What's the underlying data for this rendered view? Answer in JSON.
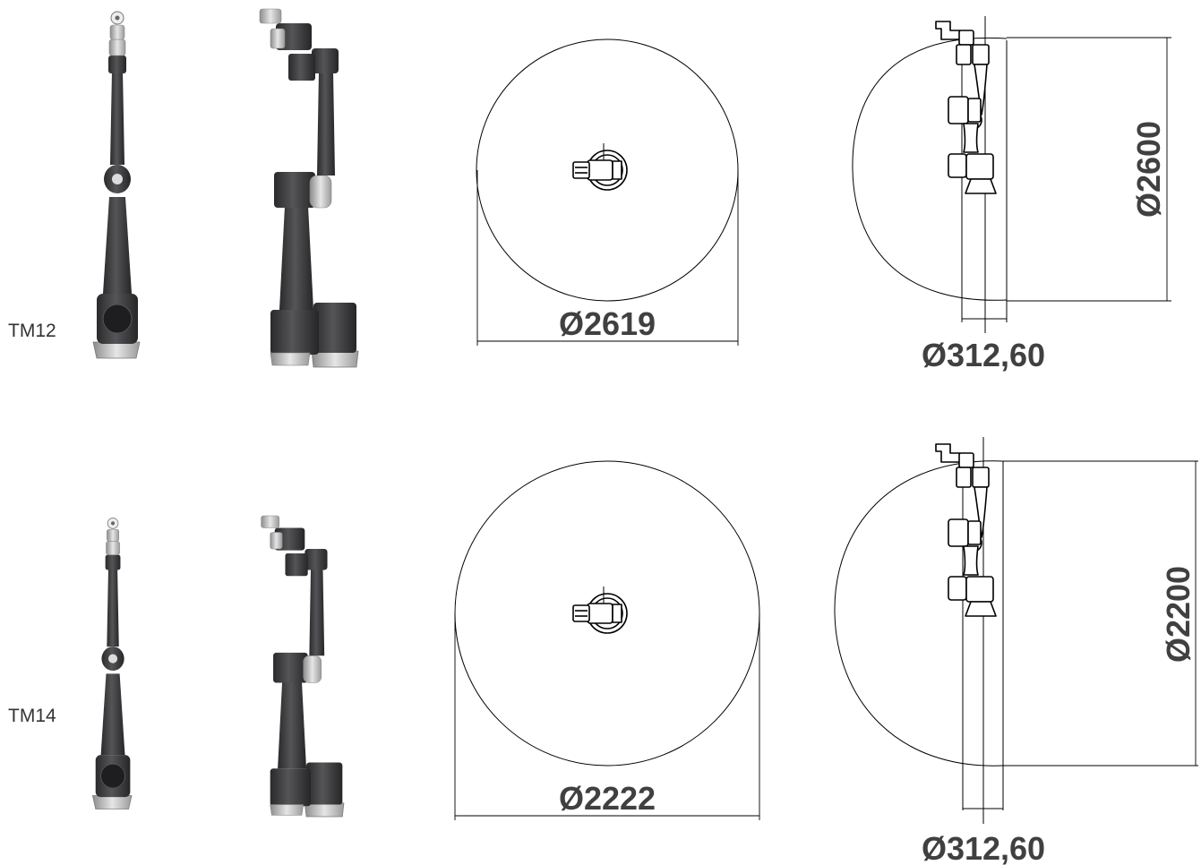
{
  "rows": [
    {
      "model": "TM12",
      "reach_diameter": "Ø2619",
      "height_diameter": "Ø2600",
      "base_diameter": "Ø312,60"
    },
    {
      "model": "TM14",
      "reach_diameter": "Ø2222",
      "height_diameter": "Ø2200",
      "base_diameter": "Ø312,60"
    }
  ],
  "colors": {
    "robot_body": "#3a3a3c",
    "robot_metal": "#b8b8b8",
    "line": "#000000",
    "dimension_text": "#404040"
  }
}
